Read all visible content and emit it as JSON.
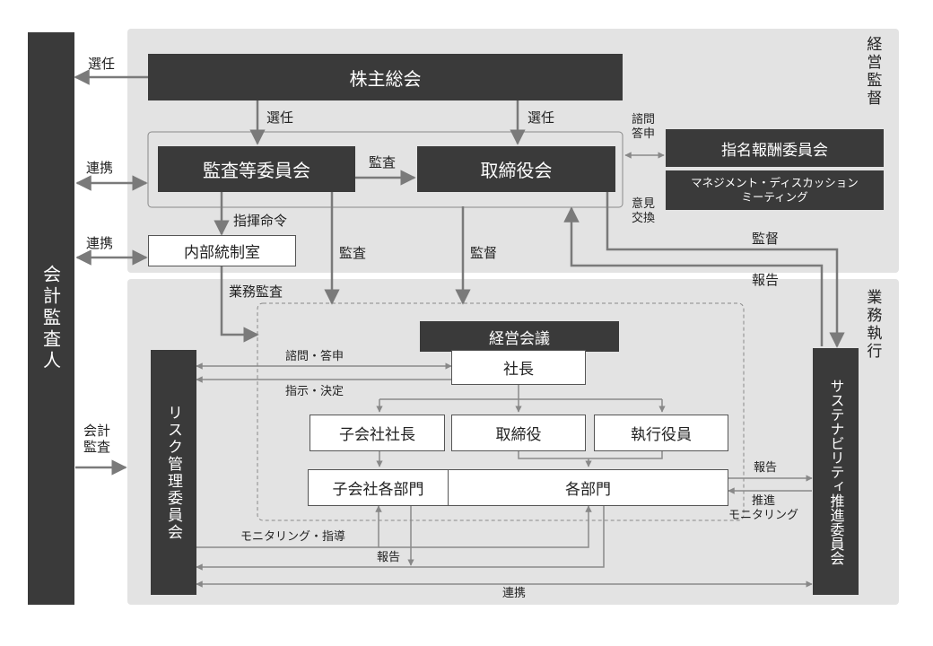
{
  "side": {
    "auditor": "会計監査人",
    "governance": "経営監督",
    "execution": "業務執行"
  },
  "nodes": {
    "shareholders": "株主総会",
    "audit_committee": "監査等委員会",
    "board": "取締役会",
    "nomination_committee": "指名報酬委員会",
    "management_discussion": "マネジメント・ディスカッション\nミーティング",
    "internal_audit": "内部統制室",
    "management_meeting": "経営会議",
    "president": "社長",
    "subsidiary_president": "子会社社長",
    "directors": "取締役",
    "executive_officers": "執行役員",
    "subsidiary_depts": "子会社各部門",
    "departments": "各部門",
    "risk_committee": "リスク管理委員会",
    "sustainability_committee": "サステナビリティ推進委員会"
  },
  "edge_labels": {
    "elect_auditor": "選任",
    "elect_audit_committee": "選任",
    "elect_board": "選任",
    "coop_audit": "連携",
    "coop_internal": "連携",
    "audit_board": "監査",
    "inquiry_answer": "諮問\n答申",
    "opinion_exchange": "意見\n交換",
    "command": "指揮命令",
    "audit_exec": "監査",
    "supervise_exec": "監督",
    "supervise_sustain": "監督",
    "report_sustain": "報告",
    "business_audit": "業務監査",
    "accounting_audit": "会計\n監査",
    "inquiry_answer_risk": "諮問・答申",
    "instruction_decision": "指示・決定",
    "report_to_sustain": "報告",
    "promote_monitor": "推進\nモニタリング",
    "monitor_guide": "モニタリング・指導",
    "report_risk": "報告",
    "coop_bottom": "連携"
  }
}
